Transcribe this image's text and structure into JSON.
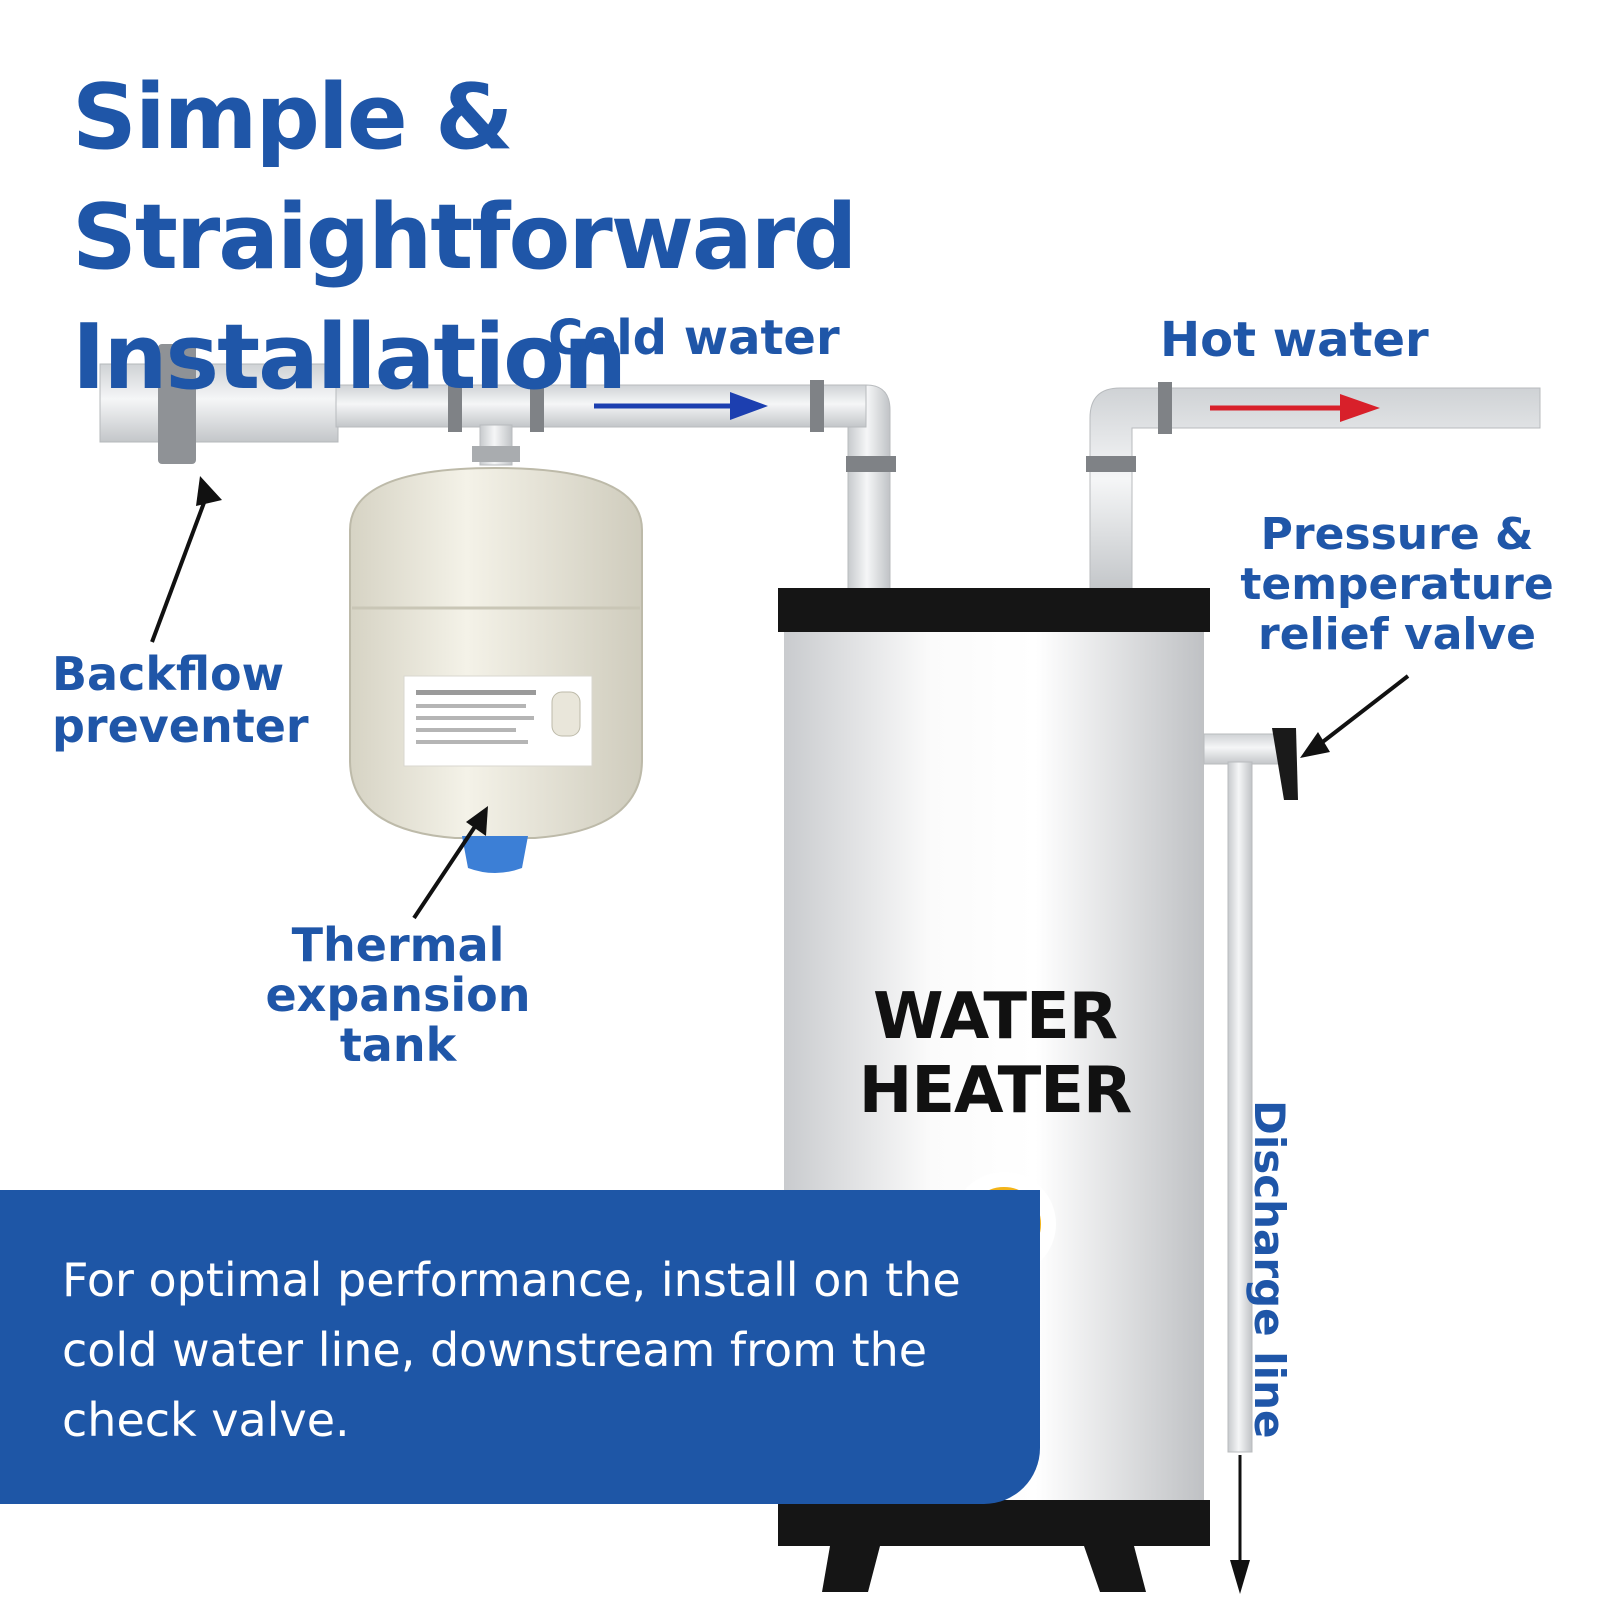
{
  "title": "Simple & Straightforward Installation",
  "labels": {
    "cold_water": "Cold water",
    "hot_water": "Hot water",
    "backflow_preventer": "Backflow preventer",
    "thermal_expansion_tank": "Thermal expansion tank",
    "pressure_relief_valve": "Pressure & temperature relief valve",
    "discharge_line": "Discharge line"
  },
  "heater": {
    "line1": "WATER",
    "line2": "HEATER"
  },
  "banner": {
    "text": "For optimal performance, install on the cold water line, downstream from the check valve."
  },
  "colors": {
    "brand_blue": "#1f56a8",
    "cold_arrow": "#1c3fb0",
    "hot_arrow": "#d8202a",
    "accent_yellow": "#f2b319",
    "pipe": "#e4e6e8"
  }
}
